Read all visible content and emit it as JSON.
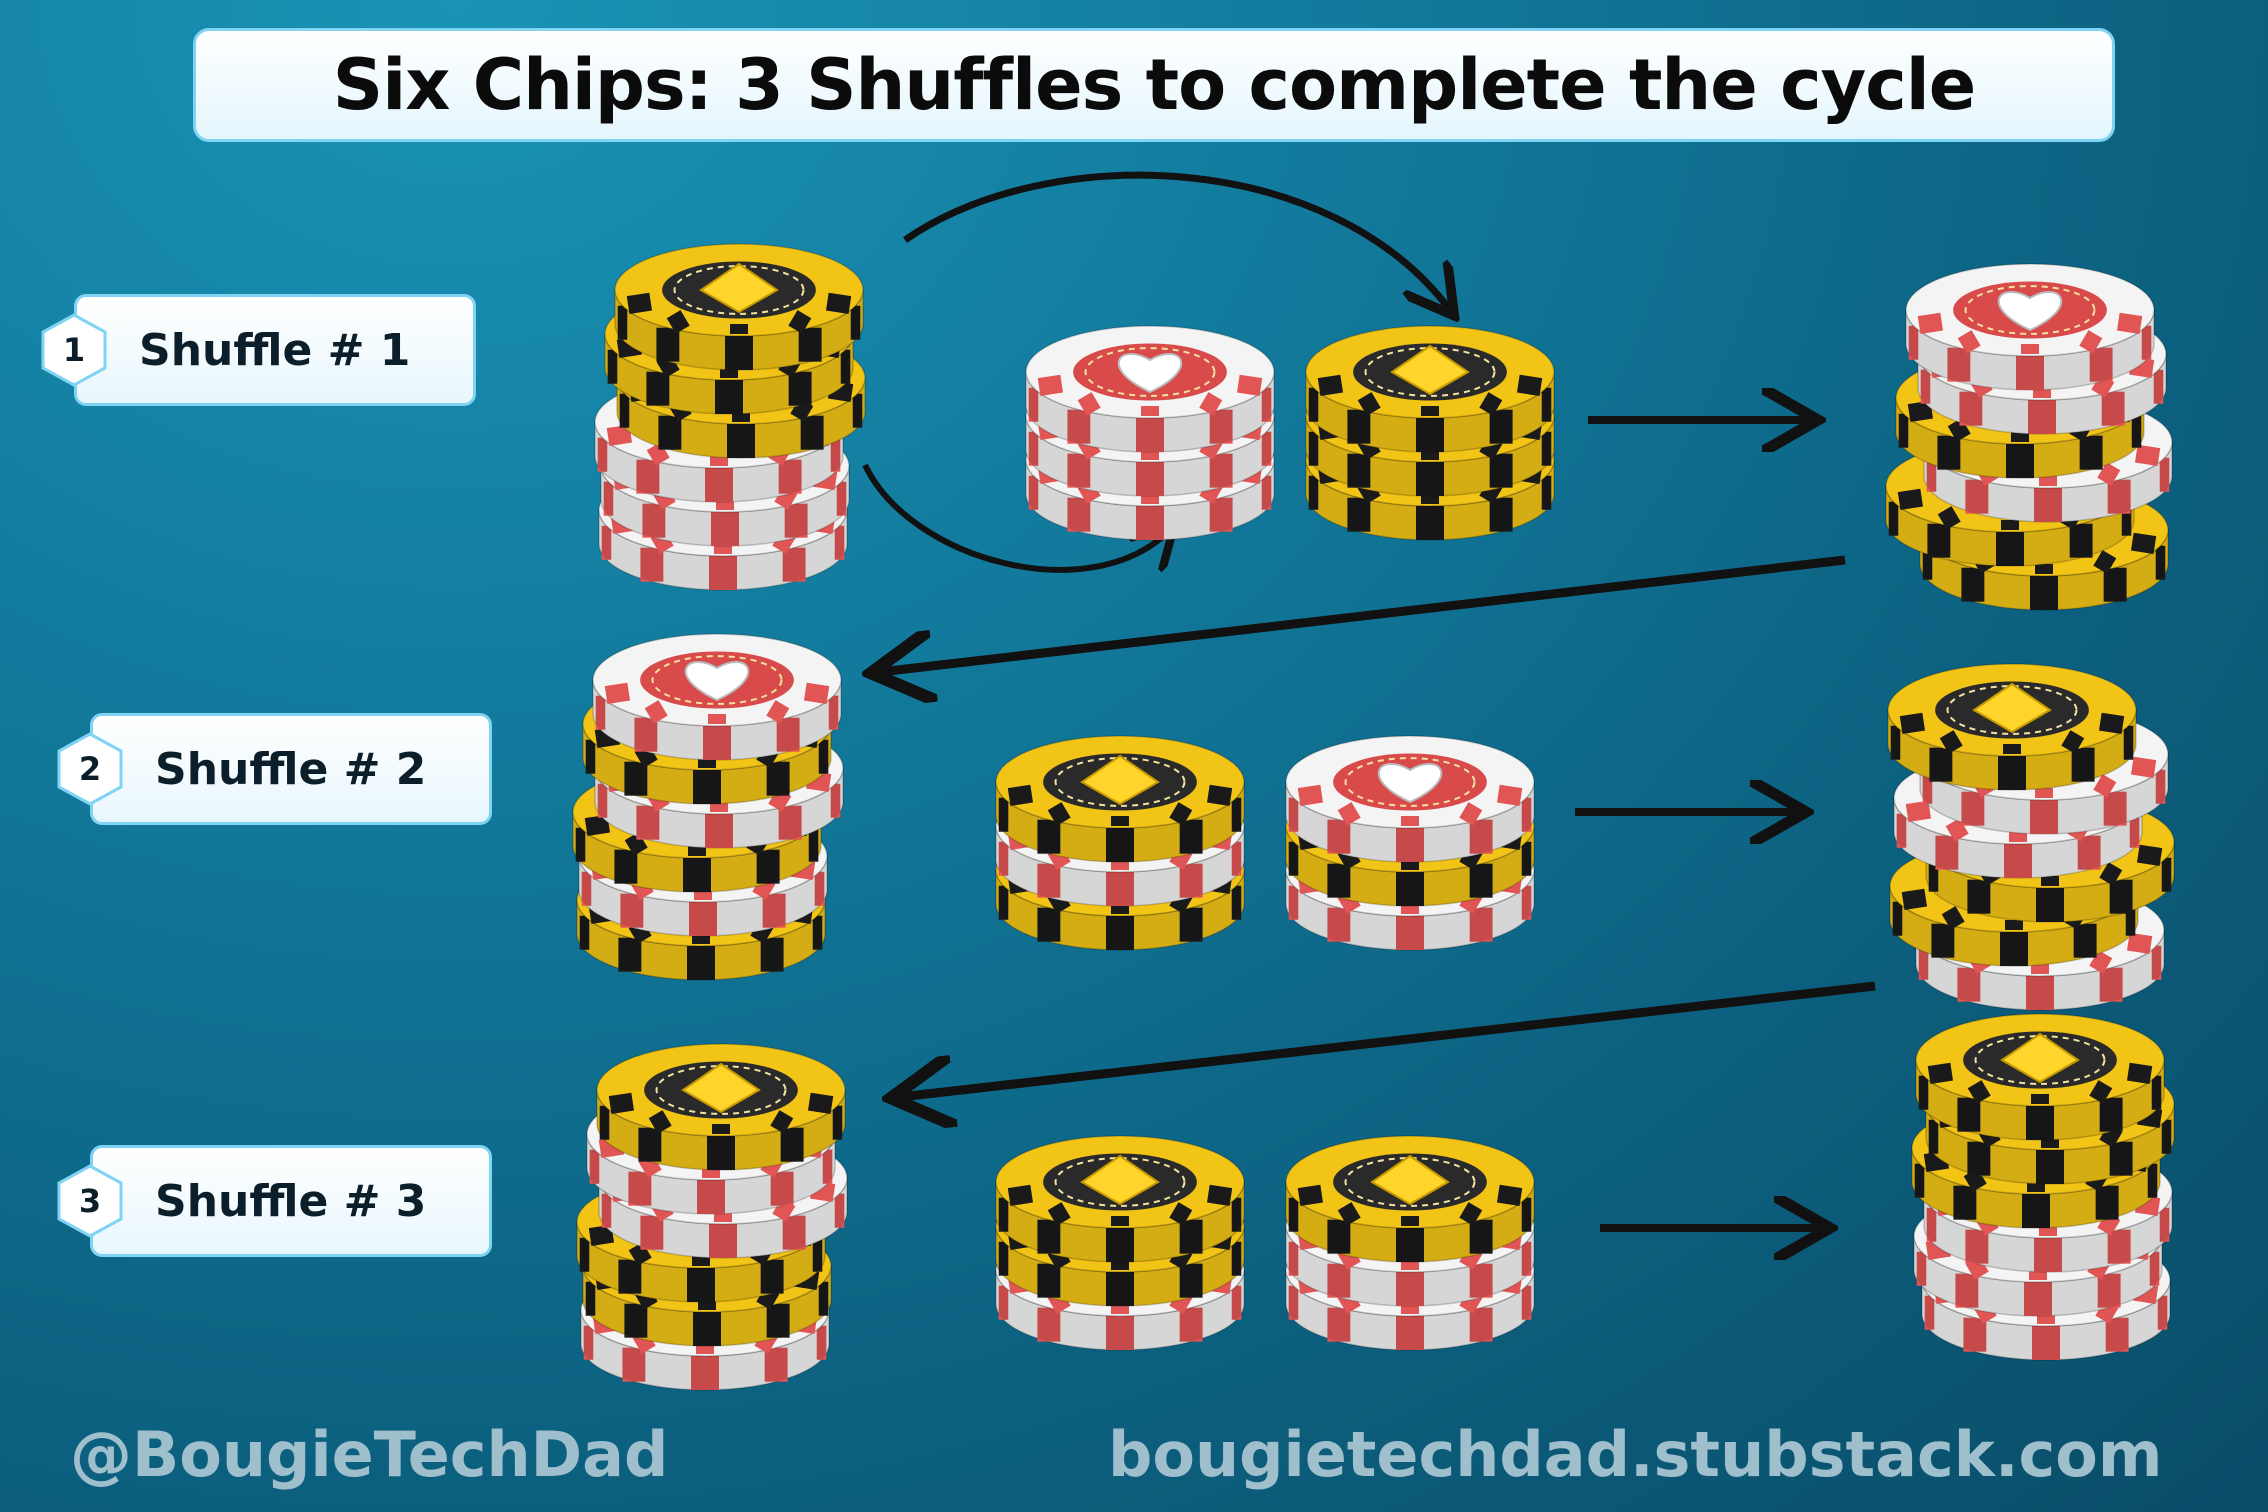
{
  "title": "Six Chips: 3 Shuffles to complete the cycle",
  "shuffles": [
    {
      "number": "1",
      "label": "Shuffle # 1"
    },
    {
      "number": "2",
      "label": "Shuffle # 2"
    },
    {
      "number": "3",
      "label": "Shuffle # 3"
    }
  ],
  "footer": {
    "handle": "@BougieTechDad",
    "site": "bougietechdad.stubstack.com"
  },
  "chips": {
    "yellow": {
      "name": "diamond-chip",
      "main": "#f2c416",
      "stripe": "#1a1a1a",
      "center": "#2a2a2a",
      "emblem": "#ffd52b"
    },
    "red": {
      "name": "heart-chip",
      "main": "#f4f4f4",
      "stripe": "#e25555",
      "center": "#d94a4a",
      "emblem": "#ffffff"
    }
  },
  "rows": [
    {
      "start": [
        "Y",
        "Y",
        "Y",
        "R",
        "R",
        "R"
      ],
      "left_split": [
        "R",
        "R",
        "R"
      ],
      "right_split": [
        "Y",
        "Y",
        "Y"
      ],
      "result": [
        "R",
        "R",
        "Y",
        "R",
        "Y",
        "Y"
      ]
    },
    {
      "start": [
        "R",
        "Y",
        "R",
        "Y",
        "R",
        "Y"
      ],
      "left_split": [
        "Y",
        "R",
        "Y"
      ],
      "right_split": [
        "R",
        "Y",
        "R"
      ],
      "result": [
        "Y",
        "R",
        "R",
        "Y",
        "Y",
        "R"
      ]
    },
    {
      "start": [
        "Y",
        "R",
        "R",
        "Y",
        "Y",
        "R"
      ],
      "left_split": [
        "Y",
        "Y",
        "R"
      ],
      "right_split": [
        "Y",
        "R",
        "R"
      ],
      "result": [
        "Y",
        "Y",
        "Y",
        "R",
        "R",
        "R"
      ]
    }
  ]
}
